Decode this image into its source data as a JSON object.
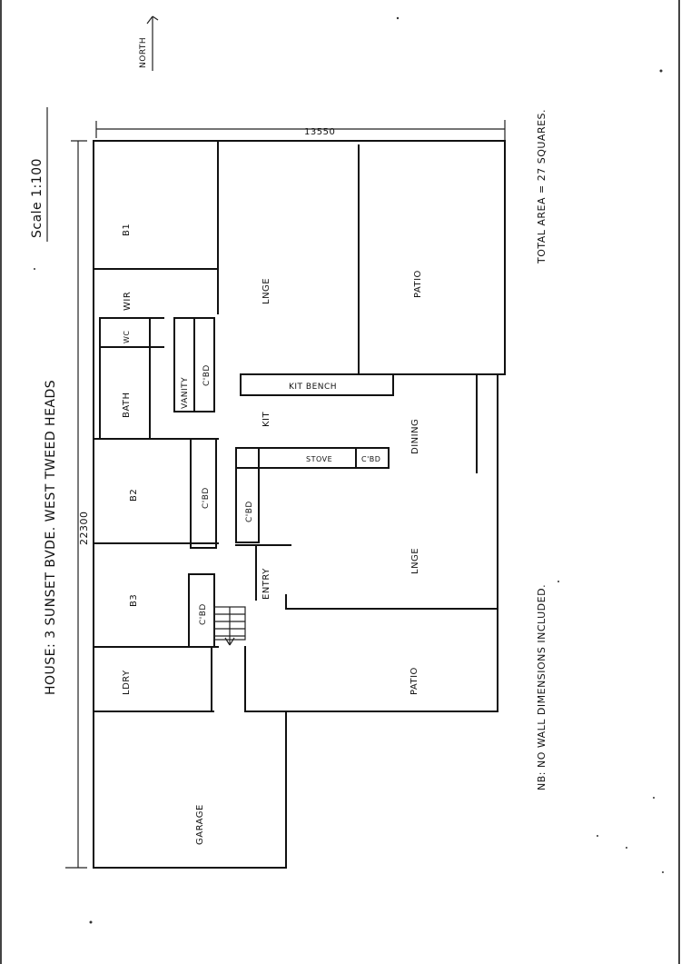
{
  "header": {
    "house": "HOUSE:  3 SUNSET BVDE.  WEST TWEED HEADS",
    "scale": "Scale 1:100",
    "north": "NORTH",
    "total_area": "TOTAL AREA = 27 SQUARES.",
    "note": "NB: NO WALL DIMENSIONS INCLUDED."
  },
  "dimensions": {
    "length": "22300",
    "width": "13550"
  },
  "rooms": {
    "b1": "B1",
    "wir": "WIR",
    "wc": "WC",
    "bath": "BATH",
    "vanity": "VANITY",
    "cbd_bath": "C'BD",
    "b2": "B2",
    "cbd_b2": "C'BD",
    "b3": "B3",
    "cbd_b3": "C'BD",
    "ldry": "LDRY",
    "garage": "GARAGE",
    "lnge_top": "LNGE",
    "patio_top": "PATIO",
    "kit_bench": "KIT BENCH",
    "kit": "KIT",
    "stove": "STOVE",
    "cbd_stove": "C'BD",
    "cbd_kit": "C'BD",
    "dining": "DINING",
    "entry": "ENTRY",
    "lnge_mid": "LNGE",
    "patio_bottom": "PATIO"
  }
}
